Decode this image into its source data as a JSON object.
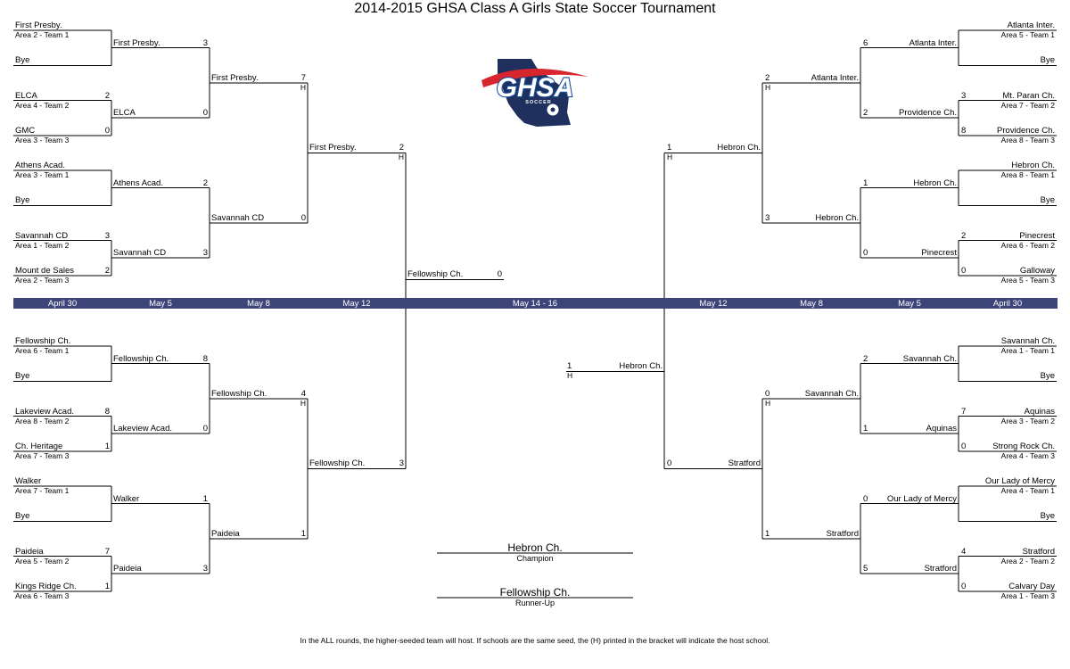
{
  "title": "2014-2015 GHSA Class A Girls State Soccer Tournament",
  "logo": {
    "text": "GHSA",
    "subtext": "SOCCER"
  },
  "dates": [
    "April 30",
    "May 5",
    "May 8",
    "May 12",
    "May 14 - 16",
    "May 12",
    "May 8",
    "May 5",
    "April 30"
  ],
  "colors": {
    "date_bar": "#3d4478",
    "logo_blue": "#1a4e9a",
    "logo_red": "#d8262e",
    "logo_navy": "#20305e"
  },
  "left_top": {
    "r1": [
      {
        "team": "First Presby.",
        "seed": "Area 2 - Team 1",
        "score": ""
      },
      {
        "team": "Bye",
        "seed": "",
        "score": ""
      },
      {
        "team": "ELCA",
        "seed": "Area 4 - Team 2",
        "score": "2"
      },
      {
        "team": "GMC",
        "seed": "Area 3 - Team 3",
        "score": "0"
      },
      {
        "team": "Athens Acad.",
        "seed": "Area 3 - Team 1",
        "score": ""
      },
      {
        "team": "Bye",
        "seed": "",
        "score": ""
      },
      {
        "team": "Savannah CD",
        "seed": "Area 1 - Team 2",
        "score": "3"
      },
      {
        "team": "Mount de Sales",
        "seed": "Area 2 - Team 3",
        "score": "2"
      }
    ],
    "r2": [
      {
        "team": "First Presby.",
        "score": "3"
      },
      {
        "team": "ELCA",
        "score": "0"
      },
      {
        "team": "Athens Acad.",
        "score": "2"
      },
      {
        "team": "Savannah CD",
        "score": "3"
      }
    ],
    "r3": [
      {
        "team": "First Presby.",
        "score": "7",
        "host": "H"
      },
      {
        "team": "Savannah CD",
        "score": "0",
        "host": ""
      }
    ],
    "r4": [
      {
        "team": "First Presby.",
        "score": "2",
        "host": "H"
      }
    ]
  },
  "left_bottom": {
    "r1": [
      {
        "team": "Fellowship Ch.",
        "seed": "Area 6 - Team 1",
        "score": ""
      },
      {
        "team": "Bye",
        "seed": "",
        "score": ""
      },
      {
        "team": "Lakeview Acad.",
        "seed": "Area 8 - Team 2",
        "score": "8"
      },
      {
        "team": "Ch. Heritage",
        "seed": "Area 7 - Team 3",
        "score": "1"
      },
      {
        "team": "Walker",
        "seed": "Area 7 - Team 1",
        "score": ""
      },
      {
        "team": "Bye",
        "seed": "",
        "score": ""
      },
      {
        "team": "Paideia",
        "seed": "Area 5 - Team 2",
        "score": "7"
      },
      {
        "team": "Kings Ridge Ch.",
        "seed": "Area 6 - Team 3",
        "score": "1"
      }
    ],
    "r2": [
      {
        "team": "Fellowship Ch.",
        "score": "8"
      },
      {
        "team": "Lakeview Acad.",
        "score": "0"
      },
      {
        "team": "Walker",
        "score": "1"
      },
      {
        "team": "Paideia",
        "score": "3"
      }
    ],
    "r3": [
      {
        "team": "Fellowship Ch.",
        "score": "4",
        "host": "H"
      },
      {
        "team": "Paideia",
        "score": "1",
        "host": ""
      }
    ],
    "r4": [
      {
        "team": "Fellowship Ch.",
        "score": "3",
        "host": ""
      }
    ]
  },
  "right_top": {
    "r1": [
      {
        "team": "Atlanta Inter.",
        "seed": "Area 5 - Team 1",
        "score": ""
      },
      {
        "team": "Bye",
        "seed": "",
        "score": ""
      },
      {
        "team": "Mt. Paran Ch.",
        "seed": "Area 7 - Team 2",
        "score": "3"
      },
      {
        "team": "Providence Ch.",
        "seed": "Area 8 - Team 3",
        "score": "8"
      },
      {
        "team": "Hebron Ch.",
        "seed": "Area 8 - Team 1",
        "score": ""
      },
      {
        "team": "Bye",
        "seed": "",
        "score": ""
      },
      {
        "team": "Pinecrest",
        "seed": "Area 6 - Team 2",
        "score": "2"
      },
      {
        "team": "Galloway",
        "seed": "Area 5 - Team 3",
        "score": "0"
      }
    ],
    "r2": [
      {
        "team": "Atlanta Inter.",
        "score": "6"
      },
      {
        "team": "Providence Ch.",
        "score": "2"
      },
      {
        "team": "Hebron Ch.",
        "score": "1"
      },
      {
        "team": "Pinecrest",
        "score": "0"
      }
    ],
    "r3": [
      {
        "team": "Atlanta Inter.",
        "score": "2",
        "host": "H"
      },
      {
        "team": "Hebron Ch.",
        "score": "3",
        "host": ""
      }
    ],
    "r4": [
      {
        "team": "Hebron Ch.",
        "score": "1",
        "host": "H"
      }
    ]
  },
  "right_bottom": {
    "r1": [
      {
        "team": "Savannah Ch.",
        "seed": "Area 1 - Team 1",
        "score": ""
      },
      {
        "team": "Bye",
        "seed": "",
        "score": ""
      },
      {
        "team": "Aquinas",
        "seed": "Area 3 - Team 2",
        "score": "7"
      },
      {
        "team": "Strong Rock Ch.",
        "seed": "Area 4 - Team 3",
        "score": "0"
      },
      {
        "team": "Our Lady of Mercy",
        "seed": "Area 4 - Team 1",
        "score": ""
      },
      {
        "team": "Bye",
        "seed": "",
        "score": ""
      },
      {
        "team": "Stratford",
        "seed": "Area 2 - Team 2",
        "score": "4"
      },
      {
        "team": "Calvary Day",
        "seed": "Area 1 - Team 3",
        "score": "0"
      }
    ],
    "r2": [
      {
        "team": "Savannah Ch.",
        "score": "2"
      },
      {
        "team": "Aquinas",
        "score": "1"
      },
      {
        "team": "Our Lady of Mercy",
        "score": "0"
      },
      {
        "team": "Stratford",
        "score": "5"
      }
    ],
    "r3": [
      {
        "team": "Savannah Ch.",
        "score": "0",
        "host": "H"
      },
      {
        "team": "Stratford",
        "score": "1",
        "host": ""
      }
    ],
    "r4": [
      {
        "team": "Stratford",
        "score": "0",
        "host": ""
      }
    ]
  },
  "finals": {
    "left": {
      "team": "Fellowship Ch.",
      "score": "0"
    },
    "right": {
      "team": "Hebron Ch.",
      "score": "1",
      "host": "H"
    }
  },
  "champion": {
    "team": "Hebron Ch.",
    "label": "Champion"
  },
  "runner_up": {
    "team": "Fellowship Ch.",
    "label": "Runner-Up"
  },
  "footnote": "In the ALL rounds, the higher-seeded team will host.  If schools are the same seed, the (H) printed in the bracket will indicate the host school."
}
